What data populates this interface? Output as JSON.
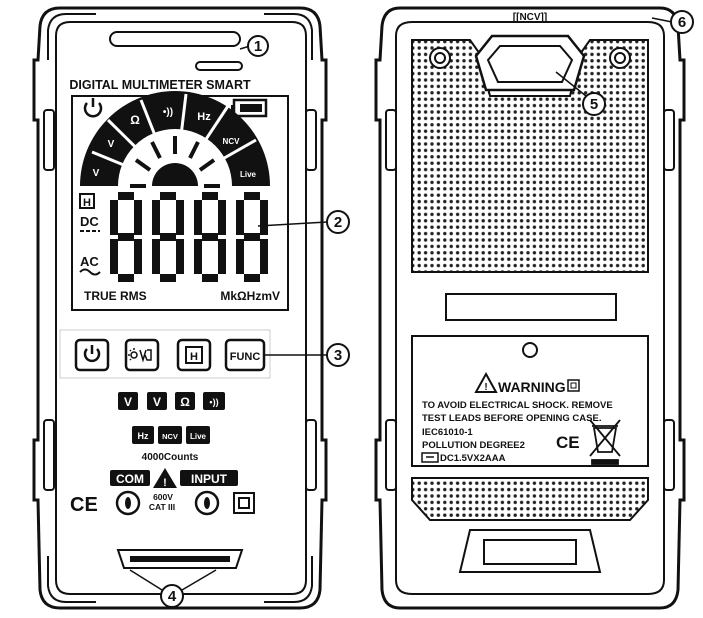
{
  "front": {
    "title": "DIGITAL MULTIMETER  SMART",
    "arc_labels": [
      "V",
      "V",
      "Ω",
      "•))",
      "Hz",
      "NCV",
      "Live"
    ],
    "hold_mark": "H",
    "dc_label": "DC",
    "ac_label": "AC",
    "digits": "8888",
    "true_rms": "TRUE RMS",
    "units": "MkΩHzmV",
    "buttons": [
      "FUNC"
    ],
    "mode_row1": [
      "V",
      "V",
      "Ω",
      "•))"
    ],
    "mode_row2": [
      "Hz",
      "NCV",
      "Live"
    ],
    "counts": "4000Counts",
    "com": "COM",
    "input": "INPUT",
    "rating_voltage": "600V",
    "rating_cat": "CAT III",
    "ce": "CE"
  },
  "back": {
    "top_label": "[[NCV]]",
    "warning_title": "WARNING",
    "warning_lines": [
      "TO AVOID ELECTRICAL SHOCK. REMOVE",
      "TEST LEADS BEFORE OPENING CASE.",
      "IEC61010-1",
      "POLLUTION DEGREE2"
    ],
    "battery": "DC1.5VX2AAA",
    "ce": "CE"
  },
  "callouts": [
    "1",
    "2",
    "3",
    "4",
    "5",
    "6"
  ],
  "colors": {
    "ink": "#111111",
    "paper": "#ffffff",
    "dot": "#222222"
  }
}
